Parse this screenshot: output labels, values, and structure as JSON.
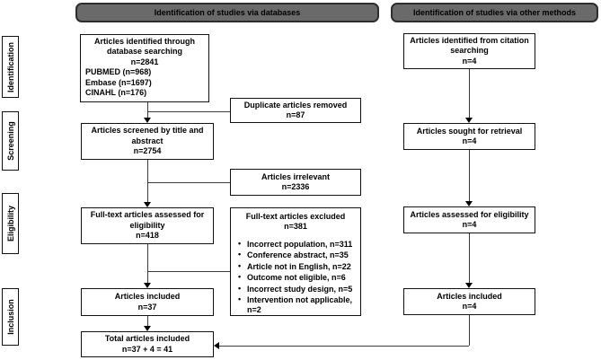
{
  "headers": {
    "databases": "Identification of studies via databases",
    "other_methods": "Identification of studies via other methods"
  },
  "sidebar": {
    "labels": [
      "Identification",
      "Screening",
      "Eligibility",
      "Inclusion"
    ]
  },
  "boxes": {
    "identified_databases": {
      "main": "Articles identified through\ndatabase searching\nn=2841",
      "sources": [
        "PUBMED (n=968)",
        "Embase (n=1697)",
        "CINAHL (n=176)"
      ]
    },
    "duplicates_removed": {
      "text": "Duplicate articles removed\nn=87"
    },
    "screened": {
      "text": "Articles screened by title and\nabstract\nn=2754"
    },
    "irrelevant": {
      "text": "Articles irrelevant\nn=2336"
    },
    "fulltext_assessed": {
      "text": "Full-text articles assessed for\neligibility\nn=418"
    },
    "fulltext_excluded": {
      "title": "Full-text articles excluded\nn=381",
      "reasons": [
        "Incorrect population, n=311",
        "Conference abstract, n=35",
        "Article not in English, n=22",
        "Outcome not eligible, n=6",
        "Incorrect study design, n=5",
        "Intervention not applicable, n=2"
      ]
    },
    "included_databases": {
      "text": "Articles included\nn=37"
    },
    "total_included": {
      "text": "Total articles included\nn=37 + 4 = 41"
    },
    "identified_citation": {
      "text": "Articles identified from citation\nsearching\nn=4"
    },
    "sought_retrieval": {
      "text": "Articles sought for retrieval\nn=4"
    },
    "assessed_eligibility": {
      "text": "Articles assessed for eligibility\nn=4"
    },
    "included_citation": {
      "text": "Articles included\nn=4"
    }
  },
  "colors": {
    "header_fill": "#6a6a6a",
    "header_border": "#2d2d2d",
    "box_border": "#121212",
    "connector": "#3a3a3a",
    "background": "#ffffff"
  }
}
